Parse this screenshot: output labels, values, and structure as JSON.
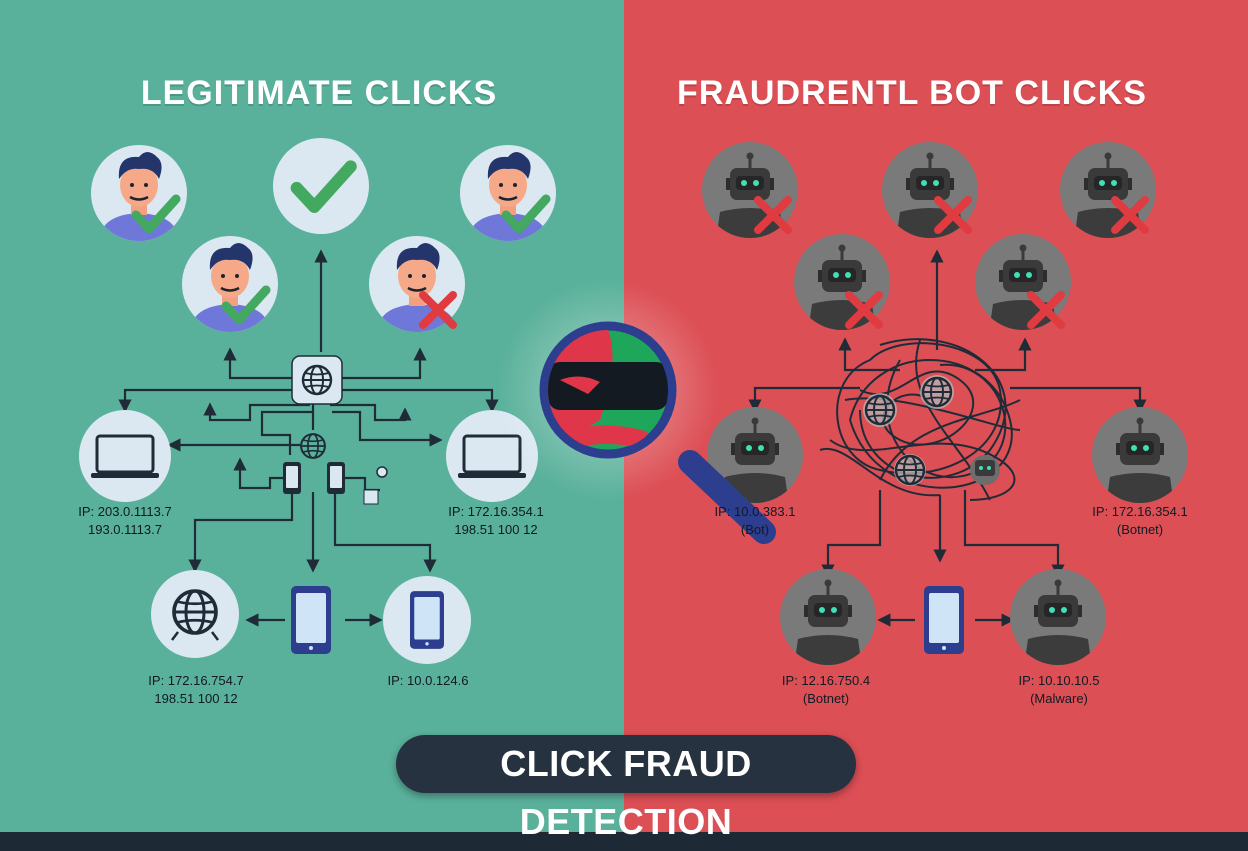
{
  "colors": {
    "legit_bg": "#5ab19b",
    "fraud_bg": "#dc4f55",
    "check_green": "#43a860",
    "cross_red": "#df3b40",
    "dark_line": "#1f2c38",
    "device_blue": "#2e3e8f",
    "circle_fill": "#dbe8f2",
    "robot_gray": "#595959",
    "banner_bg": "#26323f"
  },
  "left_panel": {
    "title": "LEGITIMATE CLICKS",
    "ip_labels": [
      {
        "lines": [
          "IP: 203.0.1113.7",
          "193.0.1113.7"
        ]
      },
      {
        "lines": [
          "IP: 172.16.354.1",
          "198.51 100 12"
        ]
      },
      {
        "lines": [
          "IP: 172.16.754.7",
          "198.51 100 12"
        ]
      },
      {
        "lines": [
          "IP: 10.0.124.6"
        ]
      }
    ],
    "icons": {
      "user": "user-avatar-icon",
      "check": "checkmark-icon",
      "cross": "cross-icon",
      "laptop": "laptop-icon",
      "phone": "smartphone-icon",
      "globe": "globe-icon"
    }
  },
  "right_panel": {
    "title": "FRAUDRENTL BOT CLICKS",
    "ip_labels": [
      {
        "lines": [
          "IP: 10.0.383.1",
          "(Bot)"
        ]
      },
      {
        "lines": [
          "IP: 172.16.354.1",
          "(Botnet)"
        ]
      },
      {
        "lines": [
          "IP: 12.16.750.4",
          "(Botnet)"
        ]
      },
      {
        "lines": [
          "IP: 10.10.10.5",
          "(Malware)"
        ]
      }
    ],
    "icons": {
      "robot": "robot-icon",
      "cross": "cross-icon",
      "phone": "smartphone-icon",
      "globe": "globe-icon",
      "tangle": "tangled-network-icon"
    }
  },
  "center": {
    "magnifier_icon": "magnifying-glass-icon",
    "banner": "CLICK FRAUD DETECTION"
  }
}
